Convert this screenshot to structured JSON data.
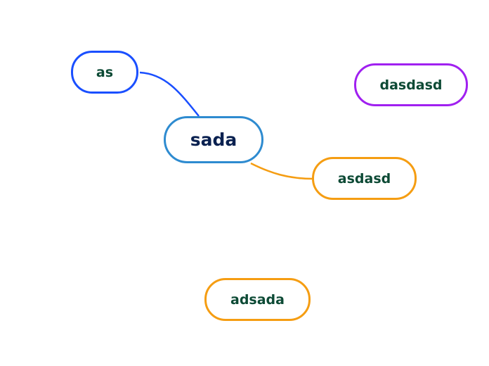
{
  "mindmap": {
    "central": {
      "label": "sada",
      "color": "#2e8bd0",
      "text_color": "#0a2150"
    },
    "nodes": [
      {
        "id": "as",
        "label": "as",
        "color": "#1a4fff"
      },
      {
        "id": "dasdasd",
        "label": "dasdasd",
        "color": "#a020f0"
      },
      {
        "id": "asdasd",
        "label": "asdasd",
        "color": "#f59d12"
      },
      {
        "id": "adsada",
        "label": "adsada",
        "color": "#f59d12"
      }
    ],
    "connections": [
      {
        "from": "sada",
        "to": "as",
        "color": "#1a4fff"
      },
      {
        "from": "sada",
        "to": "asdasd",
        "color": "#f59d12"
      }
    ],
    "text_color": "#0d4a35"
  }
}
